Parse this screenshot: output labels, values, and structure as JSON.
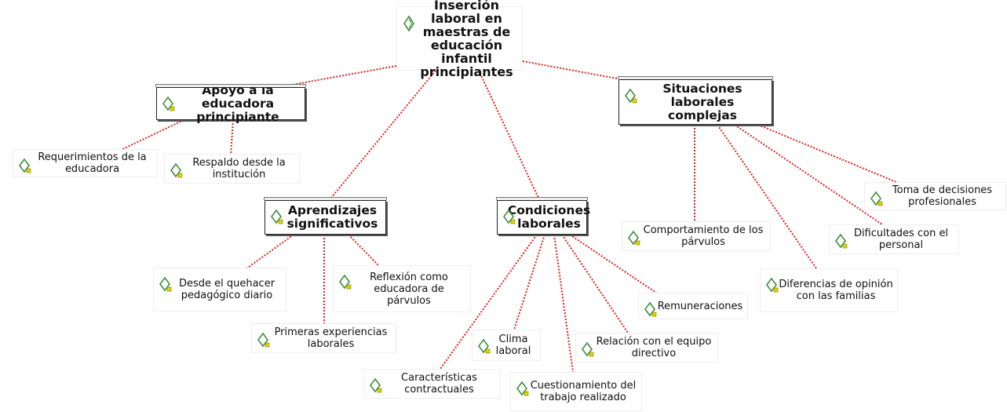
{
  "root": {
    "label": "Inserción laboral en maestras de educación infantil principiantes"
  },
  "categories": [
    {
      "label": "Apoyo a la educadora principiante"
    },
    {
      "label": "Situaciones laborales complejas"
    },
    {
      "label": "Aprendizajes significativos"
    },
    {
      "label": "Condiciones laborales"
    }
  ],
  "codes": [
    {
      "label": "Requerimientos de la educadora"
    },
    {
      "label": "Respaldo desde la institución"
    },
    {
      "label": "Desde el quehacer pedagógico diario"
    },
    {
      "label": "Reflexión como educadora de párvulos"
    },
    {
      "label": "Primeras experiencias laborales"
    },
    {
      "label": "Características contractuales"
    },
    {
      "label": "Clima laboral"
    },
    {
      "label": "Cuestionamiento del trabajo realizado"
    },
    {
      "label": "Relación con el equipo directivo"
    },
    {
      "label": "Remuneraciones"
    },
    {
      "label": "Comportamiento de los párvulos"
    },
    {
      "label": "Diferencias de opinión con las familias"
    },
    {
      "label": "Dificultades con el personal"
    },
    {
      "label": "Toma de decisiones profesionales"
    }
  ],
  "colors": {
    "link": "#e0201c",
    "icon_outline": "#3f8f3f",
    "icon_badge": "#e4d600"
  },
  "icon": "code-document-icon"
}
